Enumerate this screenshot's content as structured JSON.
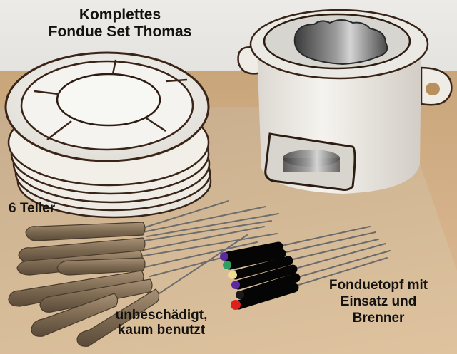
{
  "image": {
    "description": "Product photo of a fondue set on a wooden table with text overlays",
    "colors": {
      "wall": "#e6e6e2",
      "table": "#d4b089",
      "ceramic": "#f1efea",
      "rim_stripe": "#3a2418",
      "steel": "#8a8a8a",
      "fork_handle_wood": "#8a7760",
      "fork_handle_black": "#111111",
      "text": "#141210"
    }
  },
  "labels": {
    "title": {
      "line1": "Komplettes",
      "line2": "Fondue Set Thomas"
    },
    "plates": {
      "text": "6 Teller"
    },
    "condition": {
      "line1": "unbeschädigt,",
      "line2": "kaum benutzt"
    },
    "pot": {
      "line1": "Fonduetopf mit",
      "line2": "Einsatz und",
      "line3": "Brenner"
    }
  },
  "objects": {
    "plate_count": 6,
    "wooden_forks": 9,
    "black_forks": {
      "count": 6,
      "tip_colors": [
        "#5b2a9e",
        "#2e9e63",
        "#efdb92",
        "#5b2a9e",
        "#1a1a1a",
        "#e0201c"
      ]
    }
  }
}
